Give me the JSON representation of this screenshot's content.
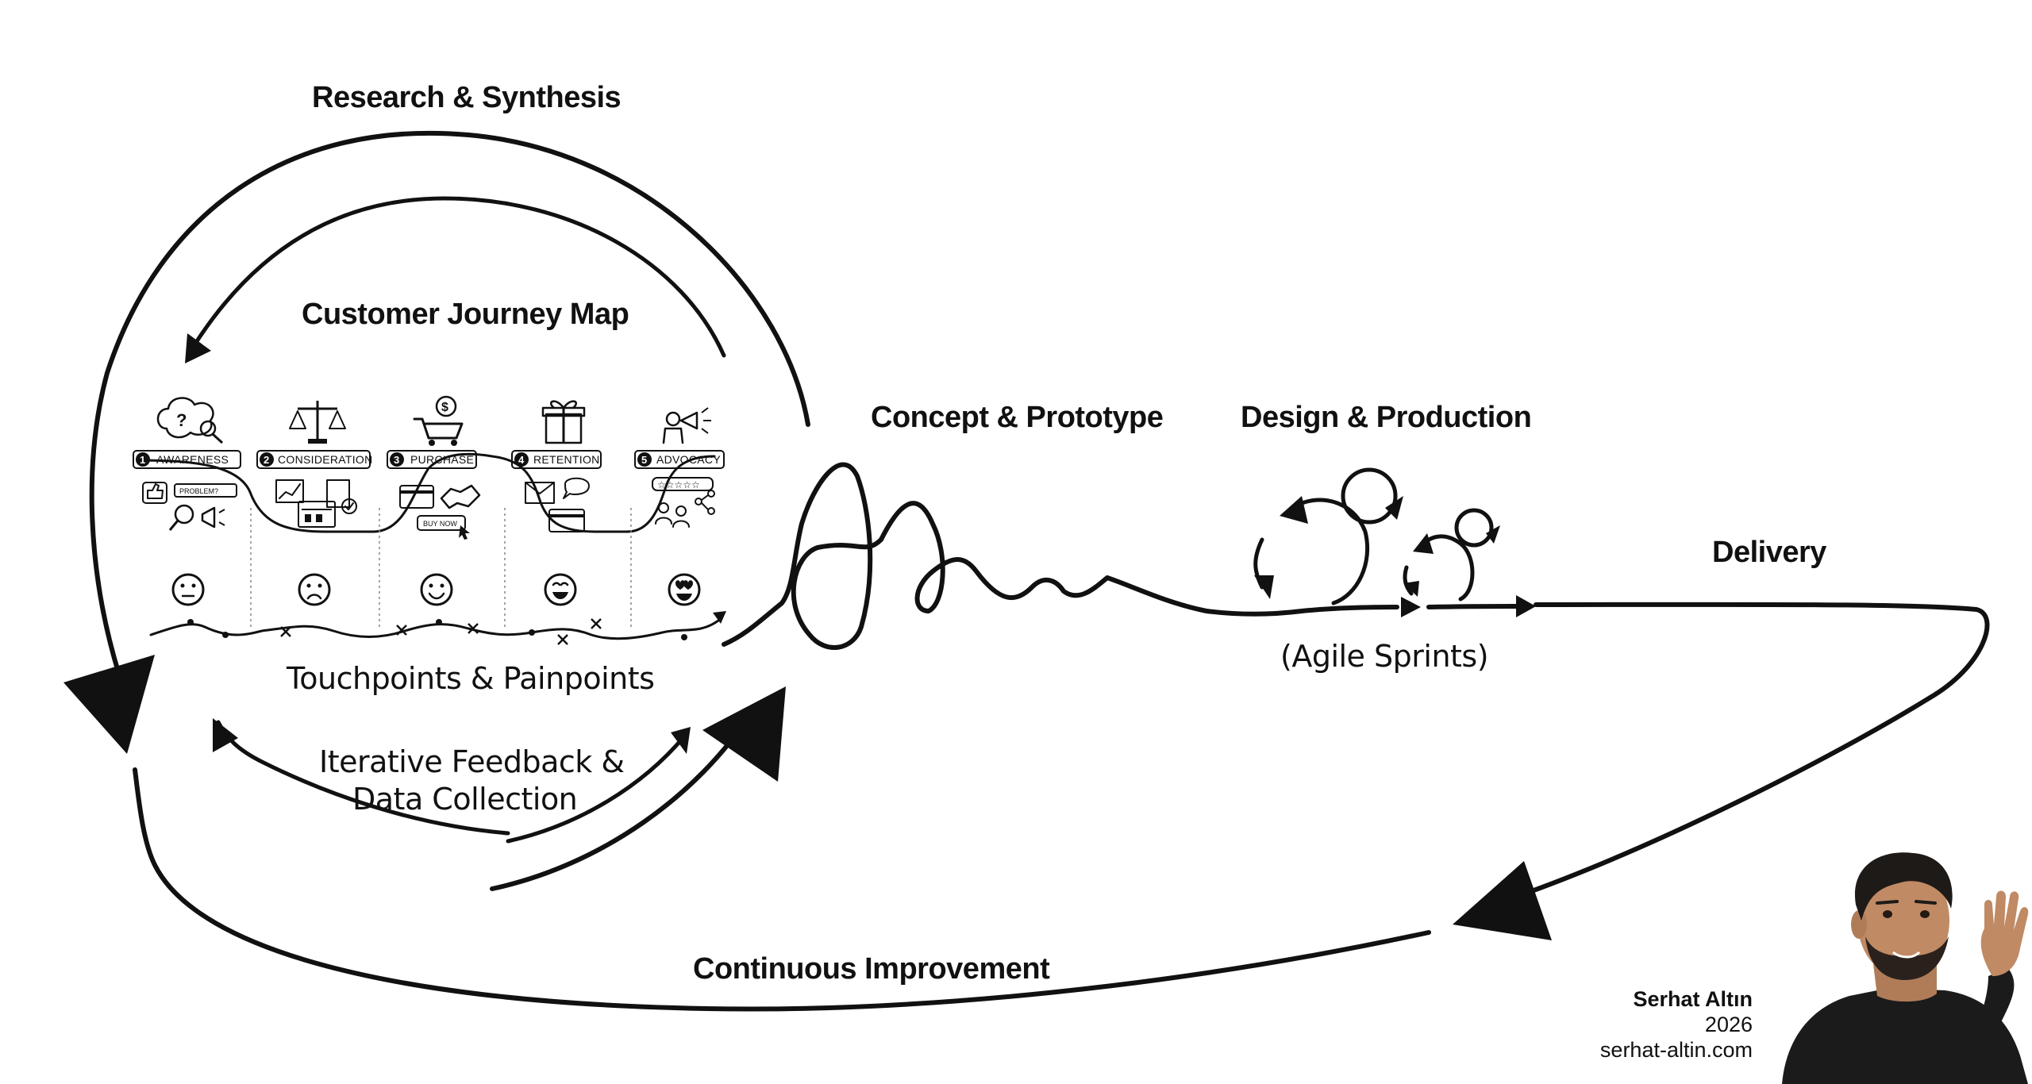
{
  "labels": {
    "research_synthesis": "Research & Synthesis",
    "customer_journey_map": "Customer Journey Map",
    "concept_prototype": "Concept & Prototype",
    "design_production": "Design & Production",
    "agile_sprints": "(Agile Sprints)",
    "delivery": "Delivery",
    "touchpoints_painpoints": "Touchpoints & Painpoints",
    "iterative_feedback_line1": "Iterative Feedback &",
    "iterative_feedback_line2": "Data Collection",
    "continuous_improvement": "Continuous Improvement"
  },
  "journey_stages": [
    {
      "number": "1",
      "label": "AWARENESS",
      "emotion": "neutral",
      "icon": "thought-bubble-magnifier-icon"
    },
    {
      "number": "2",
      "label": "CONSIDERATION",
      "emotion": "sad",
      "icon": "balance-scale-icon"
    },
    {
      "number": "3",
      "label": "PURCHASE",
      "emotion": "happy",
      "icon": "shopping-cart-icon"
    },
    {
      "number": "4",
      "label": "RETENTION",
      "emotion": "happy",
      "icon": "gift-box-icon"
    },
    {
      "number": "5",
      "label": "ADVOCACY",
      "emotion": "delighted",
      "icon": "megaphone-person-icon"
    }
  ],
  "journey_details": {
    "problem_tag": "PROBLEM?",
    "buy_now_button": "BUY NOW"
  },
  "credit": {
    "name": "Serhat Altın",
    "year": "2026",
    "website": "serhat-altin.com"
  },
  "colors": {
    "ink": "#111111",
    "background": "#ffffff",
    "shirt": "#1b1b1b",
    "skin": "#c08a64",
    "hair": "#1e1a18"
  }
}
